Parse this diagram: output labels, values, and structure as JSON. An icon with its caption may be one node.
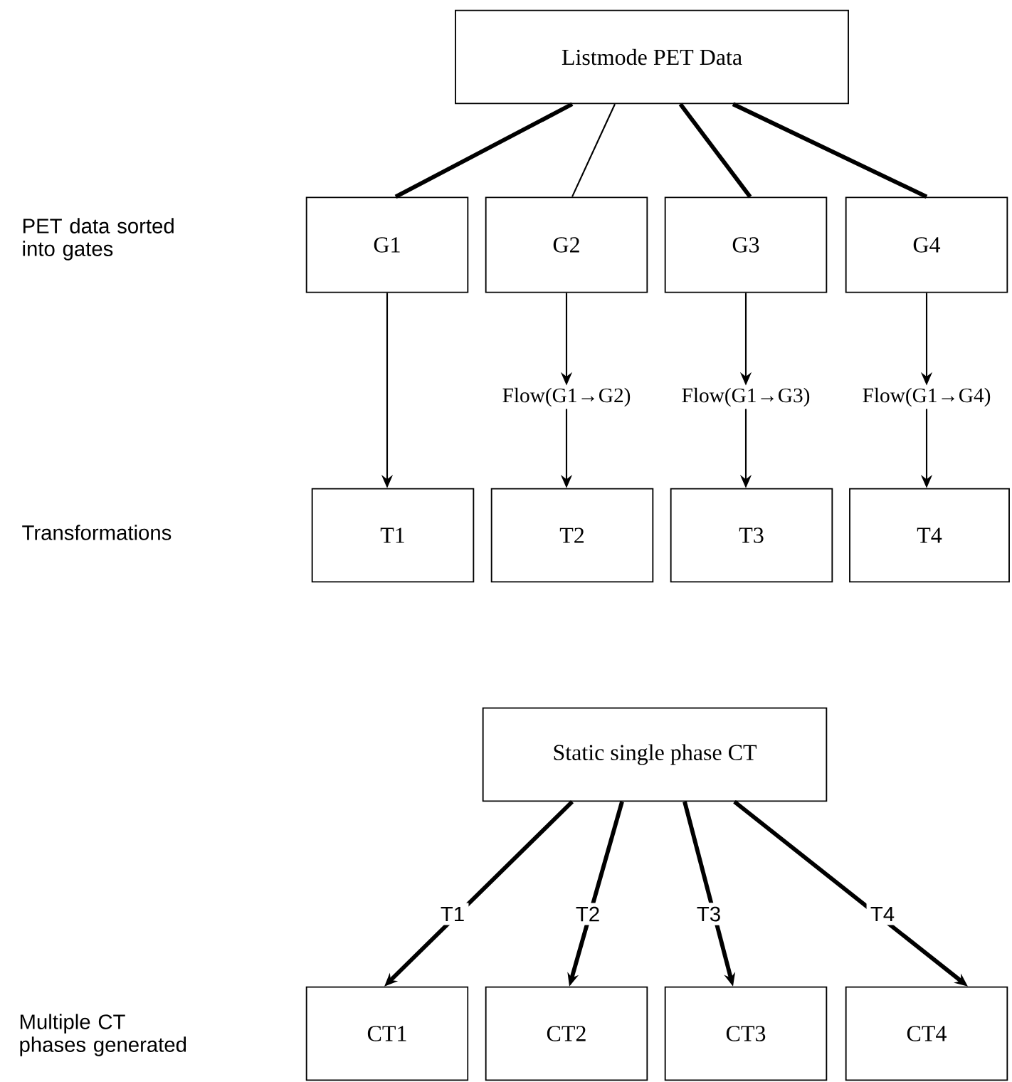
{
  "diagram": {
    "nodes": [
      {
        "text": [
          "Listmode PET Data"
        ]
      },
      {
        "text": [
          "G1"
        ]
      },
      {
        "text": [
          "G2"
        ]
      },
      {
        "text": [
          "G3"
        ]
      },
      {
        "text": [
          "G4"
        ]
      },
      {
        "text": [
          "Flow(G1→G2)"
        ]
      },
      {
        "text": [
          "Flow(G1→G3)"
        ]
      },
      {
        "text": [
          "Flow(G1→G4)"
        ]
      },
      {
        "text": [
          "T1"
        ]
      },
      {
        "text": [
          "T2"
        ]
      },
      {
        "text": [
          "T3"
        ]
      },
      {
        "text": [
          "T4"
        ]
      },
      {
        "text": [
          "Static single phase CT"
        ]
      },
      {
        "text": [
          "CT1"
        ]
      },
      {
        "text": [
          "CT2"
        ]
      },
      {
        "text": [
          "CT3"
        ]
      },
      {
        "text": [
          "CT4"
        ]
      }
    ],
    "edges": [
      {
        "from": 0,
        "to": 1,
        "arrow": "none",
        "style": "thick"
      },
      {
        "from": 0,
        "to": 2,
        "arrow": "none"
      },
      {
        "from": 0,
        "to": 3,
        "arrow": "none",
        "style": "thick"
      },
      {
        "from": 0,
        "to": 4,
        "arrow": "none",
        "style": "thick"
      },
      {
        "from": 1,
        "to": 8,
        "arrow": "to"
      },
      {
        "from": 2,
        "to": 5,
        "arrow": "to"
      },
      {
        "from": 5,
        "to": 9,
        "arrow": "to"
      },
      {
        "from": 3,
        "to": 6,
        "arrow": "to"
      },
      {
        "from": 6,
        "to": 10,
        "arrow": "to"
      },
      {
        "from": 4,
        "to": 7,
        "arrow": "to"
      },
      {
        "from": 7,
        "to": 11,
        "arrow": "to"
      },
      {
        "from": 12,
        "to": 13,
        "arrow": "to",
        "label": "T1",
        "style": "thick"
      },
      {
        "from": 12,
        "to": 14,
        "arrow": "to",
        "label": "T2",
        "style": "thick"
      },
      {
        "from": 12,
        "to": 15,
        "arrow": "to",
        "label": "T3",
        "style": "thick"
      },
      {
        "from": 12,
        "to": 16,
        "arrow": "to",
        "label": "T4",
        "style": "thick"
      }
    ],
    "labels": [
      "PET data sorted into gates",
      "Transformations",
      "Multiple CT phases generated"
    ]
  }
}
